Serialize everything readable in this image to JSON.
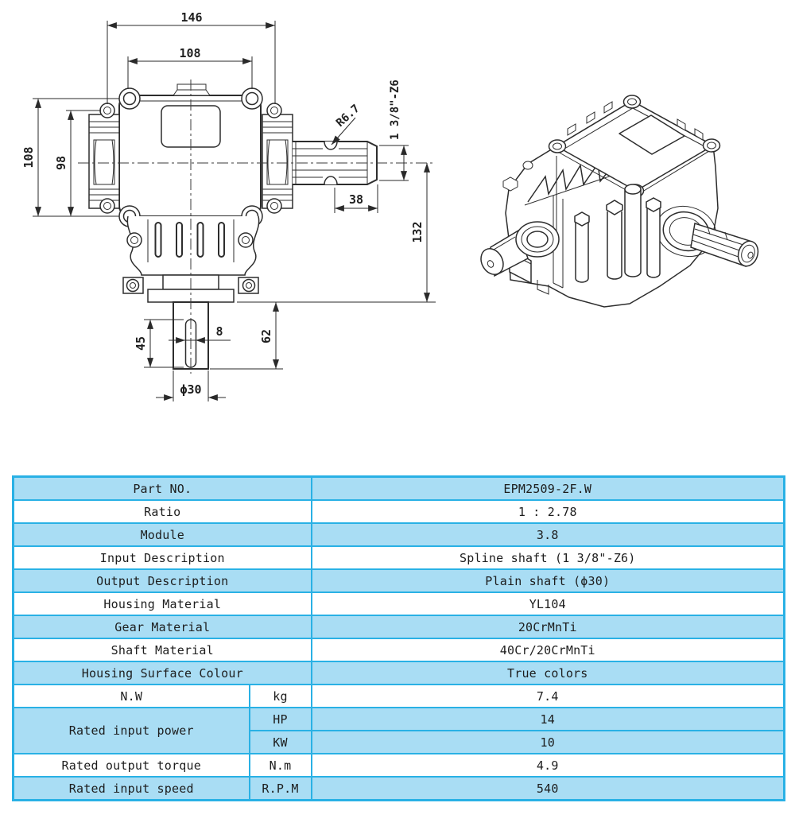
{
  "page": {
    "background": "#ffffff"
  },
  "drawing": {
    "line_color": "#2d2d2d",
    "front_view": {
      "dims": {
        "overall_width": "146",
        "hole_spacing_width": "108",
        "overall_height": "108",
        "hole_spacing_height": "98",
        "groove_radius": "R6.7",
        "spline_spec": "1 3/8\"-Z6",
        "spline_length": "38",
        "center_to_flange": "132",
        "keyway_length": "45",
        "keyway_width": "8",
        "shaft_protrusion": "62",
        "shaft_diameter": "ϕ30"
      }
    }
  },
  "table": {
    "colors": {
      "border": "#29b1e5",
      "row_fill": "#a9ddf4",
      "text": "#1d1d1d"
    },
    "rows": [
      {
        "label": "Part NO.",
        "value": "EPM2509-2F.W"
      },
      {
        "label": "Ratio",
        "value": "1 : 2.78"
      },
      {
        "label": "Module",
        "value": "3.8"
      },
      {
        "label": "Input Description",
        "value": "Spline shaft (1 3/8\"-Z6)"
      },
      {
        "label": "Output Description",
        "value": "Plain shaft (ϕ30)"
      },
      {
        "label": "Housing Material",
        "value": "YL104"
      },
      {
        "label": "Gear Material",
        "value": "20CrMnTi"
      },
      {
        "label": "Shaft Material",
        "value": "40Cr/20CrMnTi"
      },
      {
        "label": "Housing Surface Colour",
        "value": "True colors"
      },
      {
        "label": "N.W",
        "unit": "kg",
        "value": "7.4"
      },
      {
        "label": "Rated input power",
        "unit": "HP",
        "value": "14"
      },
      {
        "label": "",
        "unit": "KW",
        "value": "10"
      },
      {
        "label": "Rated output torque",
        "unit": "N.m",
        "value": "4.9"
      },
      {
        "label": "Rated input speed",
        "unit": "R.P.M",
        "value": "540"
      }
    ]
  }
}
